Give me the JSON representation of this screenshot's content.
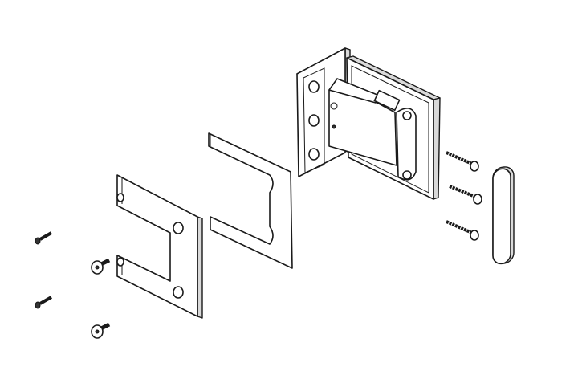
{
  "diagram": {
    "kind": "exploded-view",
    "colors": {
      "line": "#1a1a1a",
      "fill": "#ffffff",
      "shade": "#d9d9d9"
    },
    "parts": [
      "wall-plate",
      "hinge-body",
      "gasket",
      "cover-plate",
      "cover-cap",
      "machine-screws",
      "countersunk-screws",
      "wood-screws"
    ]
  }
}
